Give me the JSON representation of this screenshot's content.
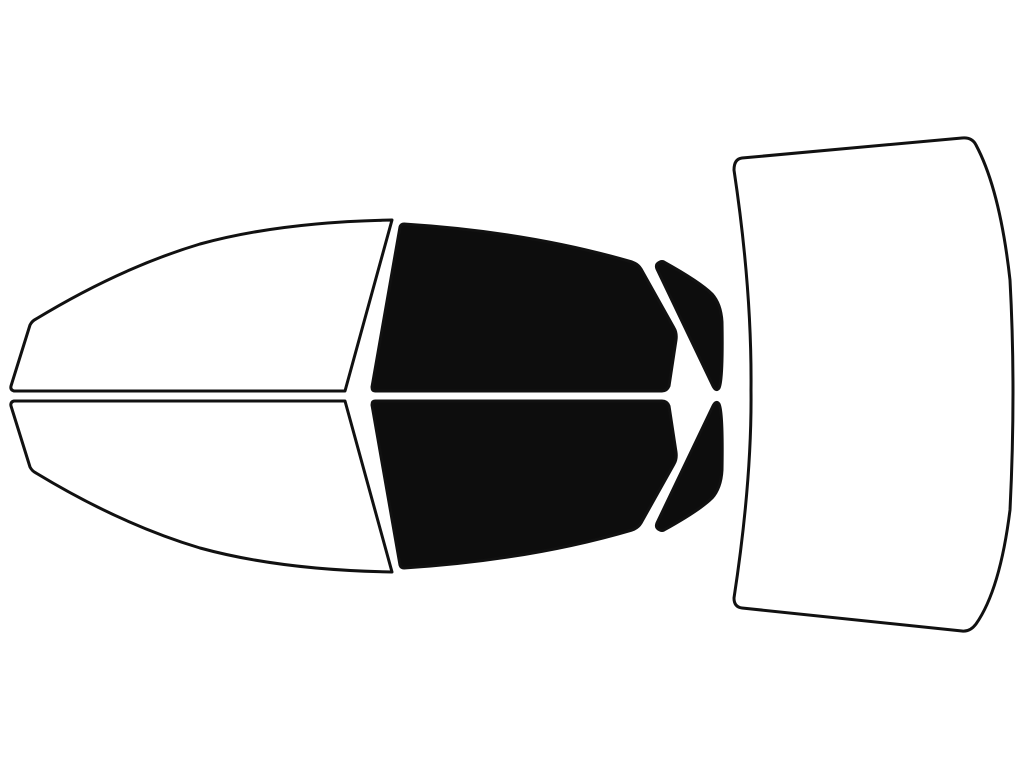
{
  "diagram": {
    "colors": {
      "untinted": "#ffffff",
      "tinted": "#0d0d0d",
      "outline": "#111111",
      "background": "#ffffff"
    },
    "windows": [
      {
        "id": "front-left-door-window",
        "tinted": false
      },
      {
        "id": "front-right-door-window",
        "tinted": false
      },
      {
        "id": "rear-left-door-window",
        "tinted": true
      },
      {
        "id": "rear-right-door-window",
        "tinted": true
      },
      {
        "id": "rear-left-quarter-window",
        "tinted": true
      },
      {
        "id": "rear-right-quarter-window",
        "tinted": true
      },
      {
        "id": "rear-windshield",
        "tinted": false
      }
    ]
  }
}
